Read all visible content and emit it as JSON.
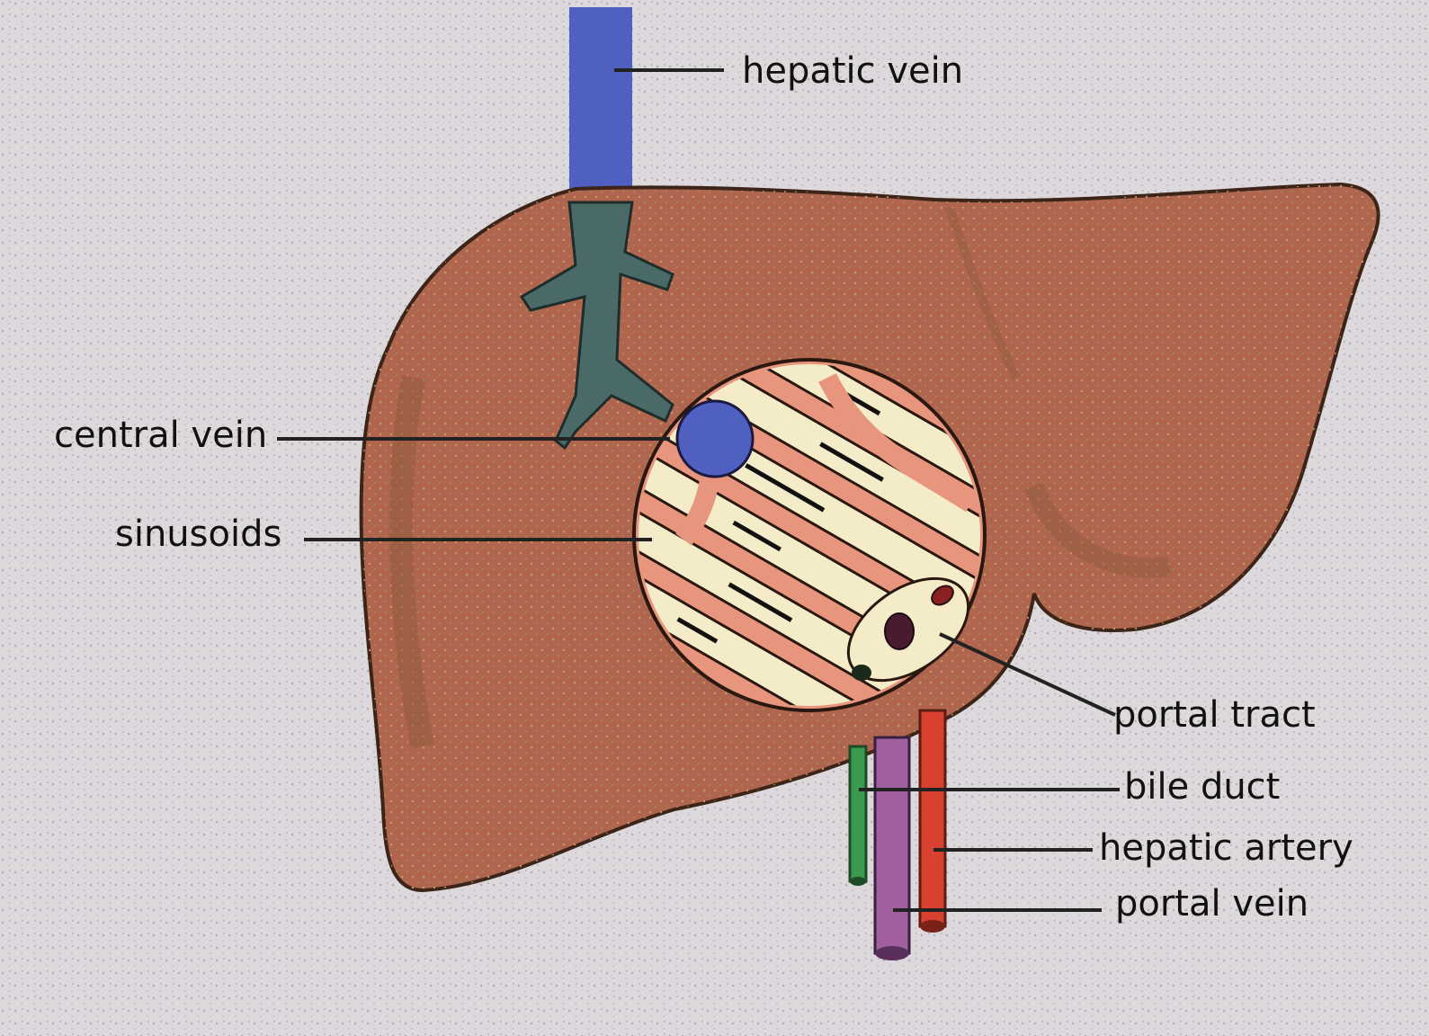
{
  "labels": {
    "hepatic_vein": "hepatic vein",
    "central_vein": "central vein",
    "sinusoids": "sinusoids",
    "portal_tract": "portal tract",
    "bile_duct": "bile duct",
    "hepatic_artery": "hepatic artery",
    "portal_vein": "portal vein"
  },
  "colors": {
    "background": "#dcd8dc",
    "liver": "#b0664e",
    "liver_shadow": "#8f5a3c",
    "hepatic_vein": "#5060c0",
    "hepatic_vein_branch": "#4a6a68",
    "lobule_ring": "#e8957e",
    "sinusoid_cells": "#f4ecc8",
    "bile_duct": "#3a9a50",
    "hepatic_artery": "#d84030",
    "portal_vein": "#a060a0"
  }
}
